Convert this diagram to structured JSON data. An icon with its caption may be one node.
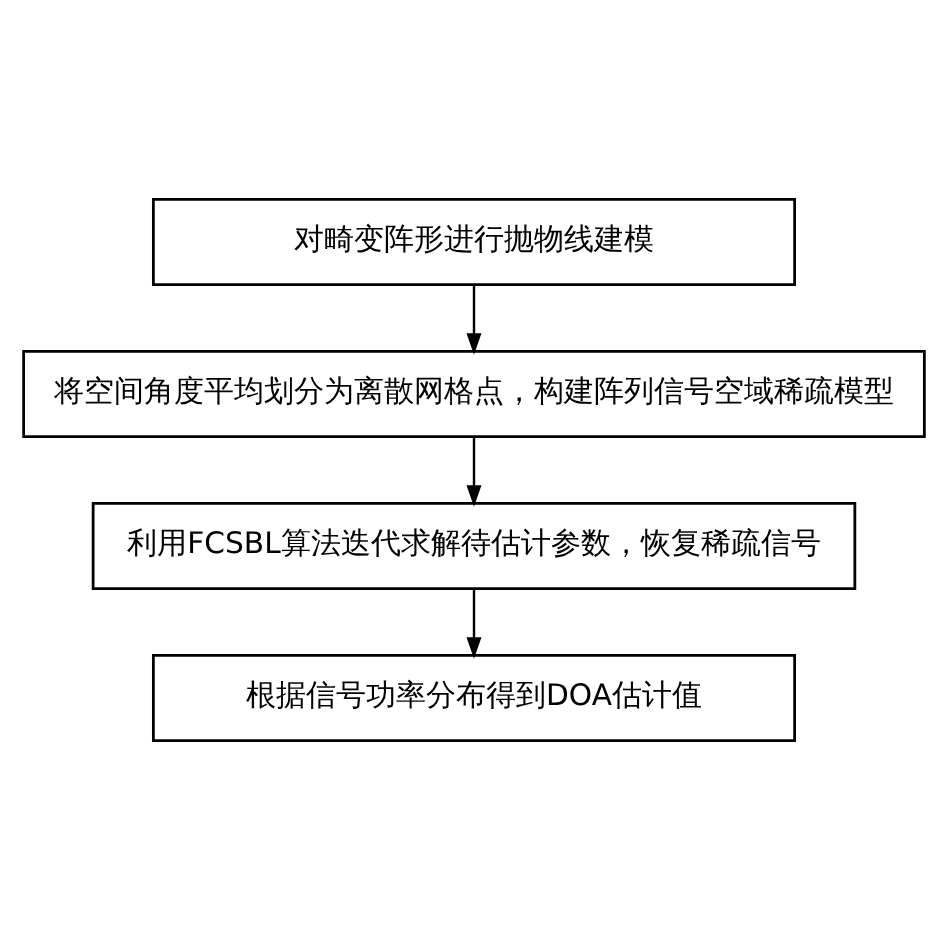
{
  "diagram": {
    "nodes": [
      {
        "text": [
          "对畸变阵形进行抛物线建模"
        ]
      },
      {
        "text": [
          "将空间角度平均划分为离散网格点，构建阵列信号空域稀疏模型"
        ]
      },
      {
        "text": [
          "利用FCSBL算法迭代求解待估计参数，恢复稀疏信号"
        ]
      },
      {
        "text": [
          "根据信号功率分布得到DOA估计值"
        ]
      }
    ],
    "edges": [
      {
        "from": 0,
        "to": 1,
        "arrow": "to"
      },
      {
        "from": 1,
        "to": 2,
        "arrow": "to"
      },
      {
        "from": 2,
        "to": 3,
        "arrow": "to"
      }
    ]
  }
}
